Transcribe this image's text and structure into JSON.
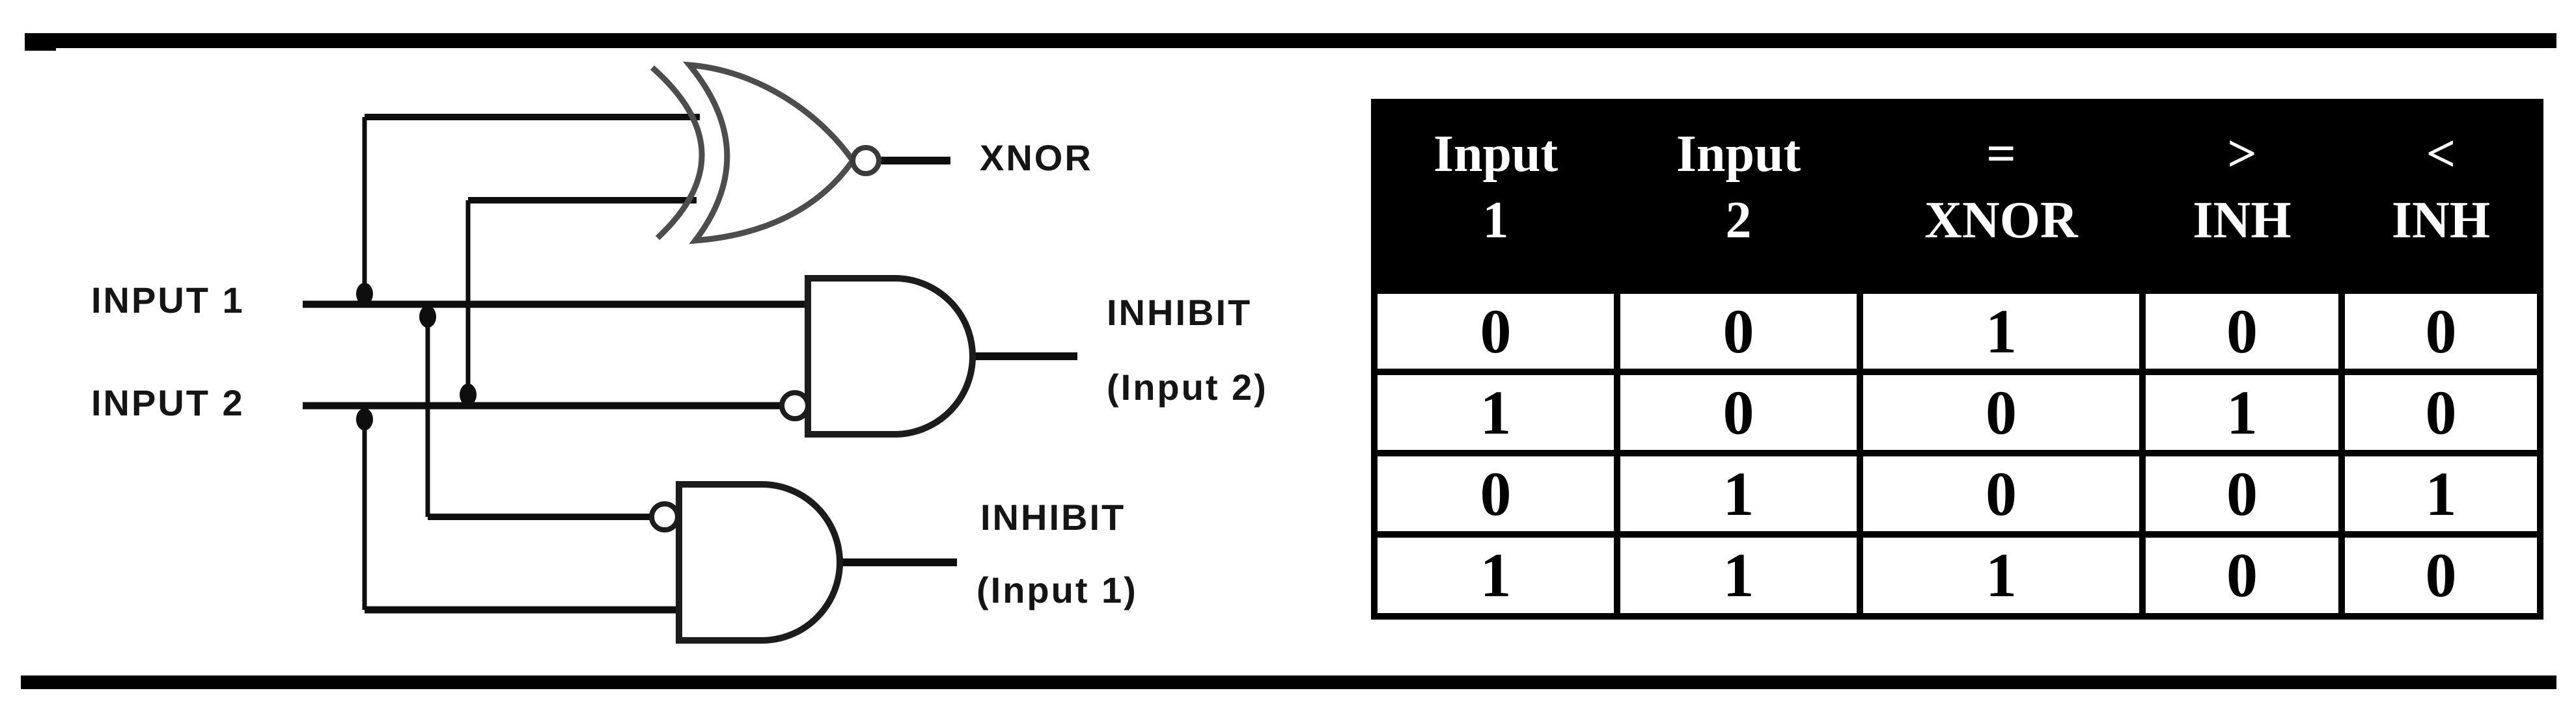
{
  "colors": {
    "background": "#ffffff",
    "ink": "#0e0e0e",
    "xnor_stroke": "#4d4d4d",
    "and_stroke": "#1c1c1c",
    "table_header_bg": "#000000",
    "table_header_text": "#ffffff",
    "table_cell_bg": "#ffffff"
  },
  "circuit": {
    "input1_label": "INPUT 1",
    "input2_label": "INPUT 2",
    "xnor_label": "XNOR",
    "inhibit_input2": {
      "line1": "INHIBIT",
      "line2": "(Input 2)"
    },
    "inhibit_input1": {
      "line1": "INHIBIT",
      "line2": "(Input 1)"
    }
  },
  "truth_table": {
    "header": [
      {
        "line1": "Input",
        "line2": "1"
      },
      {
        "line1": "Input",
        "line2": "2"
      },
      {
        "line1": "=",
        "line2": "XNOR"
      },
      {
        "line1": ">",
        "line2": "INH"
      },
      {
        "line1": "<",
        "line2": "INH"
      }
    ],
    "rows": [
      [
        "0",
        "0",
        "1",
        "0",
        "0"
      ],
      [
        "1",
        "0",
        "0",
        "1",
        "0"
      ],
      [
        "0",
        "1",
        "0",
        "0",
        "1"
      ],
      [
        "1",
        "1",
        "1",
        "0",
        "0"
      ]
    ]
  }
}
